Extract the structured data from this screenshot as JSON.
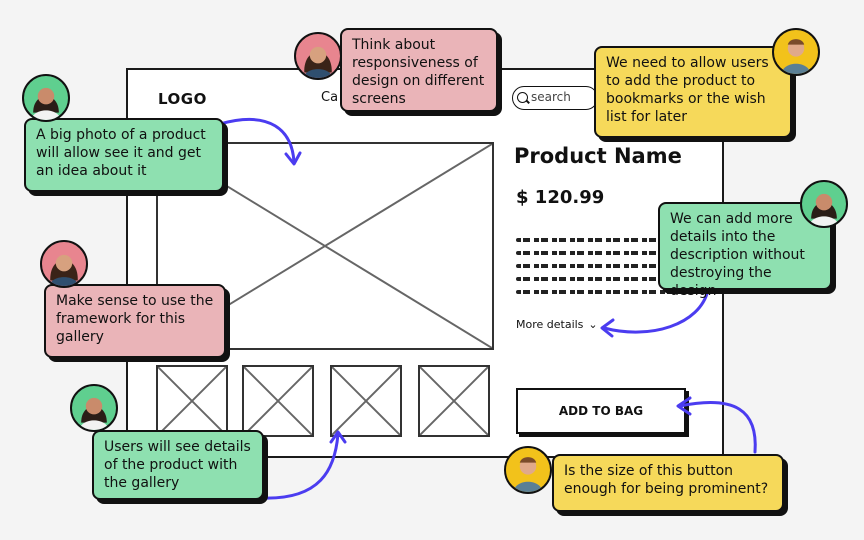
{
  "wireframe": {
    "logo": "LOGO",
    "nav_partial": "Ca",
    "search_placeholder": "search",
    "product_name": "Product Name",
    "price": "$ 120.99",
    "more_details": "More details",
    "add_to_bag": "ADD TO BAG"
  },
  "notes": {
    "big_photo": "A big photo of a product will allow see it and get an idea about it",
    "responsiveness": "Think about responsiveness of design on different screens",
    "bookmarks": "We need to allow users to add the product to bookmarks or the wish list for later",
    "description": "We can add more details into the description without destroying the design",
    "framework": "Make sense to use the framework for this gallery",
    "gallery": "Users will see details of the product with the gallery",
    "button_size": "Is the size of this button enough for being prominent?"
  },
  "colors": {
    "green_note": "#8ee0b0",
    "pink_note": "#eab4b8",
    "yellow_note": "#f6d95a",
    "arrow": "#4b3cf0",
    "avatar_green": "#5fcf8f",
    "avatar_pink": "#e8858f",
    "avatar_yellow": "#f2c21b"
  },
  "icons": [
    "search-icon",
    "chevron-down-icon",
    "image-placeholder-icon"
  ]
}
